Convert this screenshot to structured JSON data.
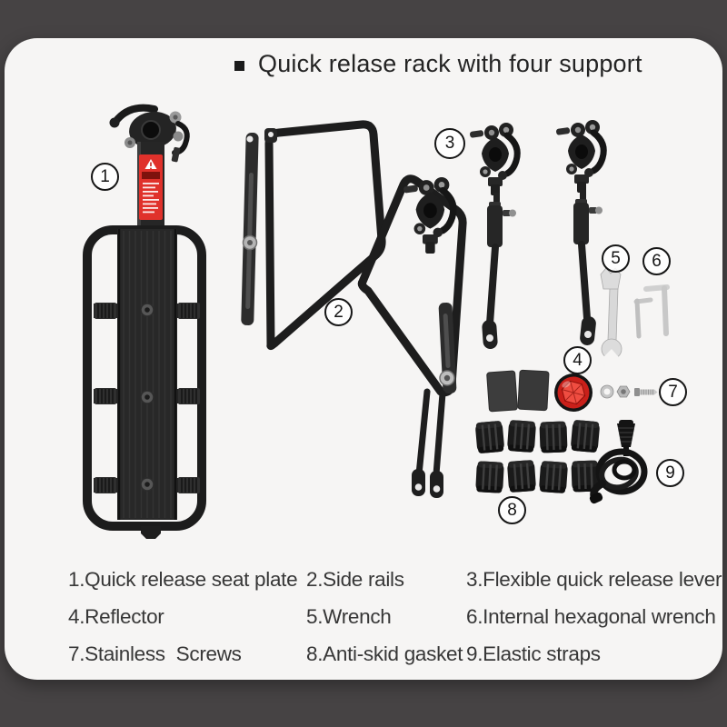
{
  "header": {
    "title": "Quick relase rack with four support"
  },
  "callouts": [
    {
      "number": "1"
    },
    {
      "number": "2"
    },
    {
      "number": "3"
    },
    {
      "number": "4"
    },
    {
      "number": "5"
    },
    {
      "number": "6"
    },
    {
      "number": "7"
    },
    {
      "number": "8"
    },
    {
      "number": "9"
    }
  ],
  "legend": {
    "items": [
      {
        "text": "1.Quick release seat plate"
      },
      {
        "text": "2.Side rails"
      },
      {
        "text": "3.Flexible quick release lever"
      },
      {
        "text": "4.Reflector"
      },
      {
        "text": "5.Wrench"
      },
      {
        "text": "6.Internal hexagonal wrench"
      },
      {
        "text": "7.Stainless  Screws"
      },
      {
        "text": "8.Anti-skid gasket"
      },
      {
        "text": "9.Elastic straps"
      }
    ]
  },
  "colors": {
    "outer_bg": "#464344",
    "card_bg": "#f6f5f4",
    "accent_red": "#e0312b",
    "ink": "#1f1f1f"
  }
}
